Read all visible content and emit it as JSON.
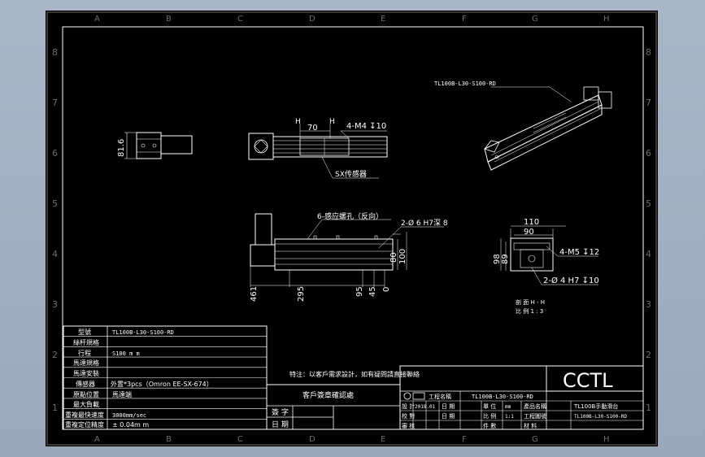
{
  "grid": {
    "cols": [
      "A",
      "B",
      "C",
      "D",
      "E",
      "F",
      "G",
      "H"
    ],
    "rows": [
      "8",
      "7",
      "6",
      "5",
      "4",
      "3",
      "2",
      "1"
    ]
  },
  "top_view": {
    "dims": [
      "H",
      "70",
      "H",
      "4-M4 ↧10"
    ],
    "callout": "SX传感器"
  },
  "end_view": {
    "dim": "81.6"
  },
  "front_view": {
    "callout1": "6-感应螺孔（反向）",
    "callout2": "2-Ø 6 H7深 8",
    "right_dims": [
      "80",
      "100"
    ],
    "bottom_dims": [
      "461",
      "295",
      "95",
      "45",
      "0"
    ]
  },
  "section_view": {
    "top_dims": [
      "110",
      "90"
    ],
    "left_dims": [
      "98",
      "89"
    ],
    "callout1": "4-M5 ↧12",
    "callout2": "2-Ø 4 H7 ↧10",
    "caption1": "剖 面 H - H",
    "caption2": "比 例 1 : 3"
  },
  "iso_view": {
    "label": "TL100B-L30-S100-RD"
  },
  "spec_table": [
    {
      "label": "型號",
      "value": "TL100B-L30-S100-RD"
    },
    {
      "label": "絲杆規格",
      "value": ""
    },
    {
      "label": "行程",
      "value": "S100 m m"
    },
    {
      "label": "馬達規格",
      "value": ""
    },
    {
      "label": "馬達安裝",
      "value": ""
    },
    {
      "label": "傳感器",
      "value": "外置*3pcs（Omron EE-SX-674）"
    },
    {
      "label": "原點位置",
      "value": "馬達端"
    },
    {
      "label": "最大負載",
      "value": ""
    },
    {
      "label": "重複最快速度",
      "value": "3000mm/sec"
    },
    {
      "label": "重複定位精度",
      "value": "± 0.04m m"
    }
  ],
  "notes": {
    "remark": "特注：以客戶需求設計，如有疑問請直接聯絡",
    "customer_box": "客戶簽章確認處",
    "sign": "簽 字",
    "date": "日 期"
  },
  "title_block": {
    "logo": "CCTL",
    "project_label": "工程名稱",
    "project_value": "TL100B-L30-S100-RD",
    "product_label": "產品名稱",
    "product_value": "TL100B手動滑台",
    "part_no": "TL100B-L30-S100-RD",
    "design": "設 計",
    "date_label": "日 期",
    "date_value": "2018.01",
    "unit_label": "單 位",
    "unit_value": "mm",
    "check": "校 對",
    "date2": "日 期",
    "scale_label": "比 例",
    "scale_value": "1:1",
    "drawing_no": "工程圖號",
    "audit": "審 核",
    "qty": "件 數",
    "material": "材 料"
  }
}
